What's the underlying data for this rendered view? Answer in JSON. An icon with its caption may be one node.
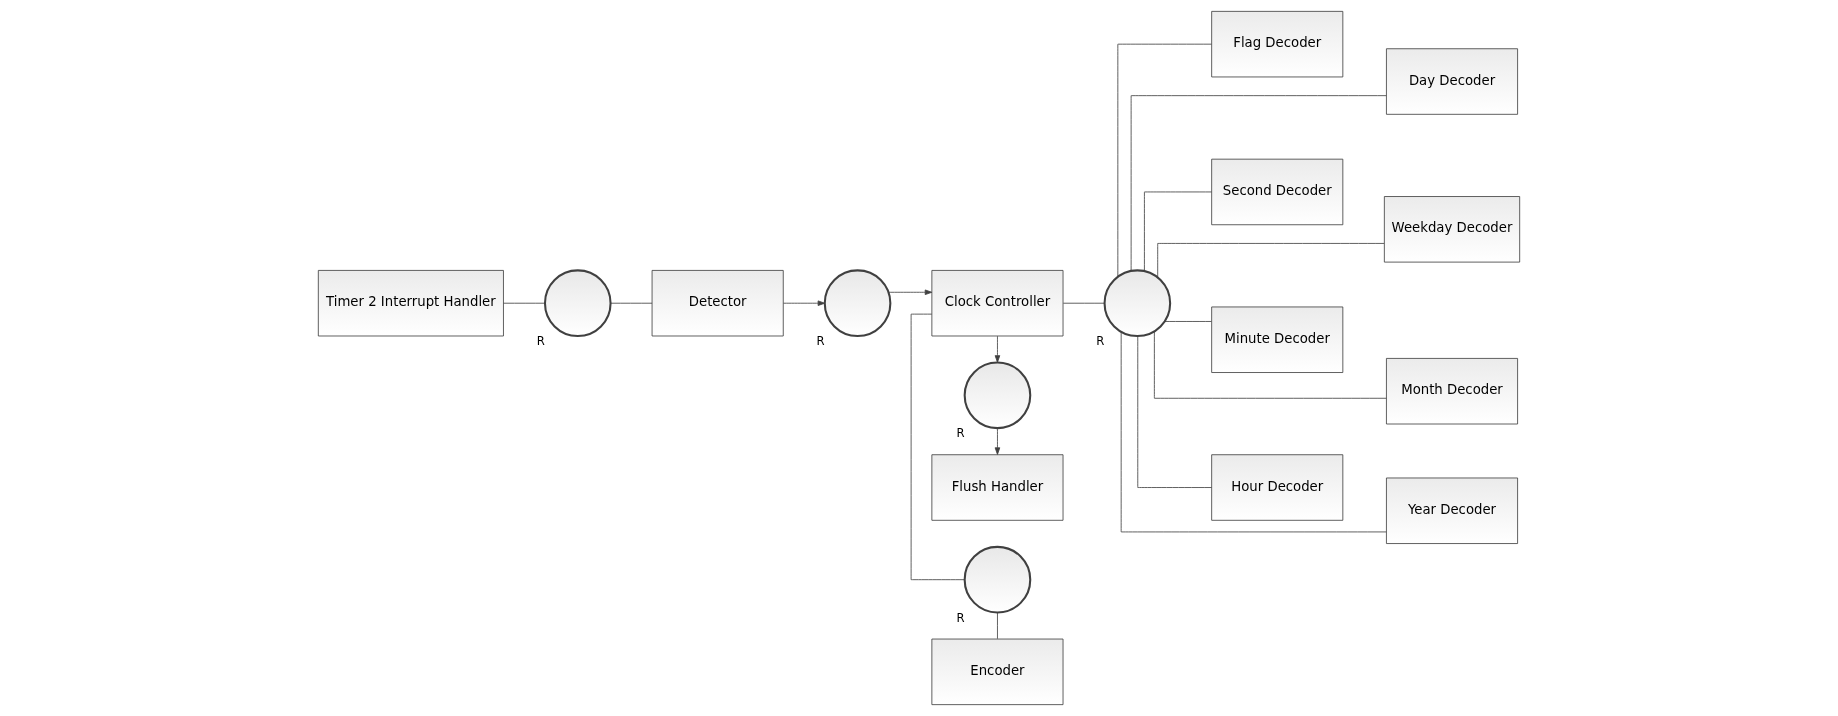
{
  "diagram": {
    "nodes": [
      {
        "text": [
          "Timer 2 Interrupt Handler"
        ]
      },
      {
        "text": [],
        "shape": "circle",
        "beside": [
          "R"
        ]
      },
      {
        "text": [
          "Detector"
        ]
      },
      {
        "text": [],
        "shape": "circle",
        "beside": [
          "R"
        ]
      },
      {
        "text": [
          "Encoder"
        ]
      },
      {
        "text": [],
        "shape": "circle",
        "beside": [
          "R"
        ]
      },
      {
        "text": [
          "Clock Controller"
        ]
      },
      {
        "text": [],
        "shape": "circle",
        "beside": [
          "R"
        ]
      },
      {
        "text": [],
        "shape": "circle",
        "beside": [
          "R"
        ]
      },
      {
        "text": [
          "Flush Handler"
        ]
      },
      {
        "text": [
          "Flag Decoder"
        ]
      },
      {
        "text": [
          "Day Decoder"
        ]
      },
      {
        "text": [
          "Second Decoder"
        ]
      },
      {
        "text": [
          "Weekday Decoder"
        ]
      },
      {
        "text": [
          "Minute Decoder"
        ]
      },
      {
        "text": [
          "Month Decoder"
        ]
      },
      {
        "text": [
          "Hour Decoder"
        ]
      },
      {
        "text": [
          "Year Decoder"
        ]
      }
    ],
    "edges": [
      {
        "from": 0,
        "to": 1,
        "arrow": "none"
      },
      {
        "from": 1,
        "to": 2,
        "arrow": "none"
      },
      {
        "from": 2,
        "to": 3,
        "arrow": "to"
      },
      {
        "from": 3,
        "to": 6,
        "arrow": "to"
      },
      {
        "from": 6,
        "to": 5,
        "arrow": "none"
      },
      {
        "from": 5,
        "to": 4,
        "arrow": "none"
      },
      {
        "from": 6,
        "to": 8,
        "arrow": "to"
      },
      {
        "from": 8,
        "to": 9,
        "arrow": "to"
      },
      {
        "from": 6,
        "to": 7,
        "arrow": "none"
      },
      {
        "from": 7,
        "to": 10,
        "arrow": "none"
      },
      {
        "from": 7,
        "to": 12,
        "arrow": "none"
      },
      {
        "from": 7,
        "to": 14,
        "arrow": "none"
      },
      {
        "from": 7,
        "to": 16,
        "arrow": "none"
      },
      {
        "from": 7,
        "to": 11,
        "arrow": "none"
      },
      {
        "from": 7,
        "to": 13,
        "arrow": "none"
      },
      {
        "from": 7,
        "to": 15,
        "arrow": "none"
      },
      {
        "from": 7,
        "to": 17,
        "arrow": "none"
      }
    ]
  }
}
